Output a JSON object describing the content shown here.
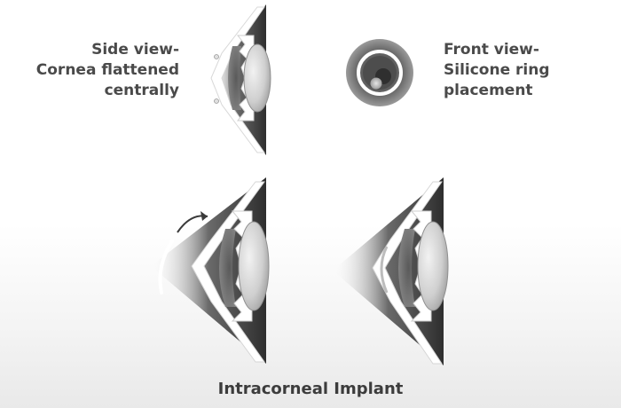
{
  "labels": {
    "side_view": {
      "line1": "Side view-",
      "line2": "Cornea flattened",
      "line3": "centrally"
    },
    "front_view": {
      "line1": "Front view-",
      "line2": "Silicone ring",
      "line3": "placement"
    },
    "caption": "Intracorneal Implant"
  },
  "colors": {
    "background": "#ffffff",
    "shadow": "#4f4f4f",
    "lens": "#c9c9c9",
    "iris": "#777777",
    "ring": "#ffffff",
    "text": "#4a4a4a"
  }
}
